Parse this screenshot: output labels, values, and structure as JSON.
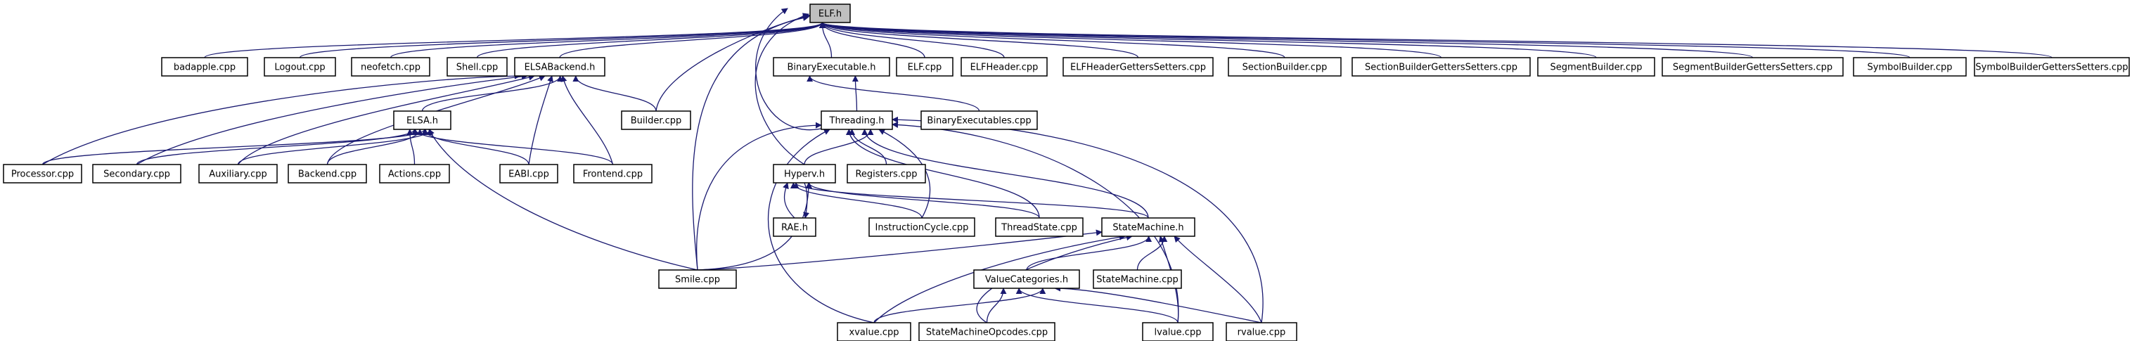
{
  "diagram": {
    "type": "include-dependency-graph",
    "colors": {
      "edge": "#191970",
      "node_border": "#000000",
      "current_node_fill": "#bfbfbf",
      "node_fill": "#ffffff",
      "background": "#ffffff"
    },
    "nodes": [
      {
        "id": "elf_h",
        "label": "ELF.h",
        "current": true
      },
      {
        "id": "badapple_cpp",
        "label": "badapple.cpp"
      },
      {
        "id": "logout_cpp",
        "label": "Logout.cpp"
      },
      {
        "id": "neofetch_cpp",
        "label": "neofetch.cpp"
      },
      {
        "id": "shell_cpp",
        "label": "Shell.cpp"
      },
      {
        "id": "elsabackend_h",
        "label": "ELSABackend.h"
      },
      {
        "id": "binaryexecutable_h",
        "label": "BinaryExecutable.h"
      },
      {
        "id": "elf_cpp",
        "label": "ELF.cpp"
      },
      {
        "id": "elfheader_cpp",
        "label": "ELFHeader.cpp"
      },
      {
        "id": "elfheadergetterssetters_cpp",
        "label": "ELFHeaderGettersSetters.cpp"
      },
      {
        "id": "sectionbuilder_cpp",
        "label": "SectionBuilder.cpp"
      },
      {
        "id": "sectionbuildergetterssetters_cpp",
        "label": "SectionBuilderGettersSetters.cpp"
      },
      {
        "id": "segmentbuilder_cpp",
        "label": "SegmentBuilder.cpp"
      },
      {
        "id": "segmentbuildergetterssetters_cpp",
        "label": "SegmentBuilderGettersSetters.cpp"
      },
      {
        "id": "symbolbuilder_cpp",
        "label": "SymbolBuilder.cpp"
      },
      {
        "id": "symbolbuildergetterssetters_cpp",
        "label": "SymbolBuilderGettersSetters.cpp"
      },
      {
        "id": "builder_cpp",
        "label": "Builder.cpp"
      },
      {
        "id": "elsa_h",
        "label": "ELSA.h"
      },
      {
        "id": "threading_h",
        "label": "Threading.h"
      },
      {
        "id": "binaryexecutables_cpp",
        "label": "BinaryExecutables.cpp"
      },
      {
        "id": "processor_cpp",
        "label": "Processor.cpp"
      },
      {
        "id": "secondary_cpp",
        "label": "Secondary.cpp"
      },
      {
        "id": "auxiliary_cpp",
        "label": "Auxiliary.cpp"
      },
      {
        "id": "backend_cpp",
        "label": "Backend.cpp"
      },
      {
        "id": "actions_cpp",
        "label": "Actions.cpp"
      },
      {
        "id": "eabi_cpp",
        "label": "EABI.cpp"
      },
      {
        "id": "frontend_cpp",
        "label": "Frontend.cpp"
      },
      {
        "id": "hyperv_h",
        "label": "Hyperv.h"
      },
      {
        "id": "registers_cpp",
        "label": "Registers.cpp"
      },
      {
        "id": "rae_h",
        "label": "RAE.h"
      },
      {
        "id": "instructioncycle_cpp",
        "label": "InstructionCycle.cpp"
      },
      {
        "id": "threadstate_cpp",
        "label": "ThreadState.cpp"
      },
      {
        "id": "statemachine_h",
        "label": "StateMachine.h"
      },
      {
        "id": "smile_cpp",
        "label": "Smile.cpp"
      },
      {
        "id": "valuecategories_h",
        "label": "ValueCategories.h"
      },
      {
        "id": "statemachine_cpp",
        "label": "StateMachine.cpp"
      },
      {
        "id": "xvalue_cpp",
        "label": "xvalue.cpp"
      },
      {
        "id": "statemachineopcodes_cpp",
        "label": "StateMachineOpcodes.cpp"
      },
      {
        "id": "lvalue_cpp",
        "label": "lvalue.cpp"
      },
      {
        "id": "rvalue_cpp",
        "label": "rvalue.cpp"
      }
    ],
    "edges": [
      [
        "badapple_cpp",
        "elf_h"
      ],
      [
        "logout_cpp",
        "elf_h"
      ],
      [
        "neofetch_cpp",
        "elf_h"
      ],
      [
        "shell_cpp",
        "elf_h"
      ],
      [
        "elsabackend_h",
        "elf_h"
      ],
      [
        "binaryexecutable_h",
        "elf_h"
      ],
      [
        "elf_cpp",
        "elf_h"
      ],
      [
        "elfheader_cpp",
        "elf_h"
      ],
      [
        "elfheadergetterssetters_cpp",
        "elf_h"
      ],
      [
        "sectionbuilder_cpp",
        "elf_h"
      ],
      [
        "sectionbuildergetterssetters_cpp",
        "elf_h"
      ],
      [
        "segmentbuilder_cpp",
        "elf_h"
      ],
      [
        "segmentbuildergetterssetters_cpp",
        "elf_h"
      ],
      [
        "symbolbuilder_cpp",
        "elf_h"
      ],
      [
        "symbolbuildergetterssetters_cpp",
        "elf_h"
      ],
      [
        "builder_cpp",
        "elf_h"
      ],
      [
        "threading_h",
        "elf_h"
      ],
      [
        "hyperv_h",
        "elf_h"
      ],
      [
        "smile_cpp",
        "elf_h"
      ],
      [
        "elsa_h",
        "elsabackend_h"
      ],
      [
        "builder_cpp",
        "elsabackend_h"
      ],
      [
        "processor_cpp",
        "elsabackend_h"
      ],
      [
        "secondary_cpp",
        "elsabackend_h"
      ],
      [
        "auxiliary_cpp",
        "elsabackend_h"
      ],
      [
        "backend_cpp",
        "elsabackend_h"
      ],
      [
        "eabi_cpp",
        "elsabackend_h"
      ],
      [
        "frontend_cpp",
        "elsabackend_h"
      ],
      [
        "threading_h",
        "binaryexecutable_h"
      ],
      [
        "binaryexecutables_cpp",
        "binaryexecutable_h"
      ],
      [
        "processor_cpp",
        "elsa_h"
      ],
      [
        "secondary_cpp",
        "elsa_h"
      ],
      [
        "auxiliary_cpp",
        "elsa_h"
      ],
      [
        "backend_cpp",
        "elsa_h"
      ],
      [
        "actions_cpp",
        "elsa_h"
      ],
      [
        "eabi_cpp",
        "elsa_h"
      ],
      [
        "frontend_cpp",
        "elsa_h"
      ],
      [
        "smile_cpp",
        "elsa_h"
      ],
      [
        "hyperv_h",
        "threading_h"
      ],
      [
        "registers_cpp",
        "threading_h"
      ],
      [
        "instructioncycle_cpp",
        "threading_h"
      ],
      [
        "threadstate_cpp",
        "threading_h"
      ],
      [
        "statemachine_h",
        "threading_h"
      ],
      [
        "smile_cpp",
        "threading_h"
      ],
      [
        "xvalue_cpp",
        "threading_h"
      ],
      [
        "lvalue_cpp",
        "threading_h"
      ],
      [
        "rvalue_cpp",
        "threading_h"
      ],
      [
        "rae_h",
        "hyperv_h"
      ],
      [
        "hyperv_h",
        "rae_h"
      ],
      [
        "instructioncycle_cpp",
        "hyperv_h"
      ],
      [
        "threadstate_cpp",
        "hyperv_h"
      ],
      [
        "statemachine_h",
        "hyperv_h"
      ],
      [
        "smile_cpp",
        "hyperv_h"
      ],
      [
        "smile_cpp",
        "statemachine_h"
      ],
      [
        "valuecategories_h",
        "statemachine_h"
      ],
      [
        "statemachine_cpp",
        "statemachine_h"
      ],
      [
        "xvalue_cpp",
        "statemachine_h"
      ],
      [
        "statemachineopcodes_cpp",
        "statemachine_h"
      ],
      [
        "lvalue_cpp",
        "statemachine_h"
      ],
      [
        "rvalue_cpp",
        "statemachine_h"
      ],
      [
        "xvalue_cpp",
        "valuecategories_h"
      ],
      [
        "statemachineopcodes_cpp",
        "valuecategories_h"
      ],
      [
        "lvalue_cpp",
        "valuecategories_h"
      ],
      [
        "rvalue_cpp",
        "valuecategories_h"
      ]
    ]
  }
}
